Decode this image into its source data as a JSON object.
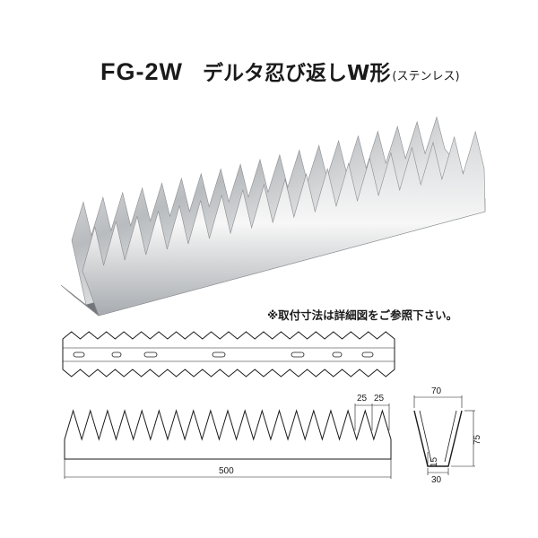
{
  "product": {
    "code": "FG-2W",
    "name": "デルタ忍び返しW形",
    "material": "(ステンレス)"
  },
  "note": "※取付寸法は詳細図をご参照下さい。",
  "dimensions": {
    "tooth_pitch_a": "25",
    "tooth_pitch_b": "25",
    "length": "500",
    "top_width": "70",
    "height": "75",
    "bottom_width": "30",
    "side_height": "15"
  }
}
